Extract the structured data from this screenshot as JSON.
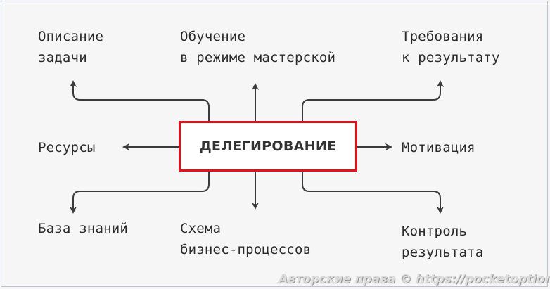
{
  "center": {
    "label": "ДЕЛЕГИРОВАНИЕ"
  },
  "nodes": {
    "task_description": {
      "line1": "Описание",
      "line2": "задачи"
    },
    "master_training": {
      "line1": "Обучение",
      "line2": "в режиме мастерской"
    },
    "result_requirements": {
      "line1": "Требования",
      "line2": "к результату"
    },
    "resources": {
      "line1": "Ресурсы"
    },
    "motivation": {
      "line1": "Мотивация"
    },
    "knowledge_base": {
      "line1": "База знаний"
    },
    "process_scheme": {
      "line1": "Схема",
      "line2": "бизнес-процессов"
    },
    "result_control": {
      "line1": "Контроль",
      "line2": "результата"
    }
  },
  "watermark": "Авторские права © https://pocketoption.ru",
  "colors": {
    "center_border": "#e1121b",
    "arrow": "#3a3a3a",
    "text": "#2b2b2b"
  }
}
